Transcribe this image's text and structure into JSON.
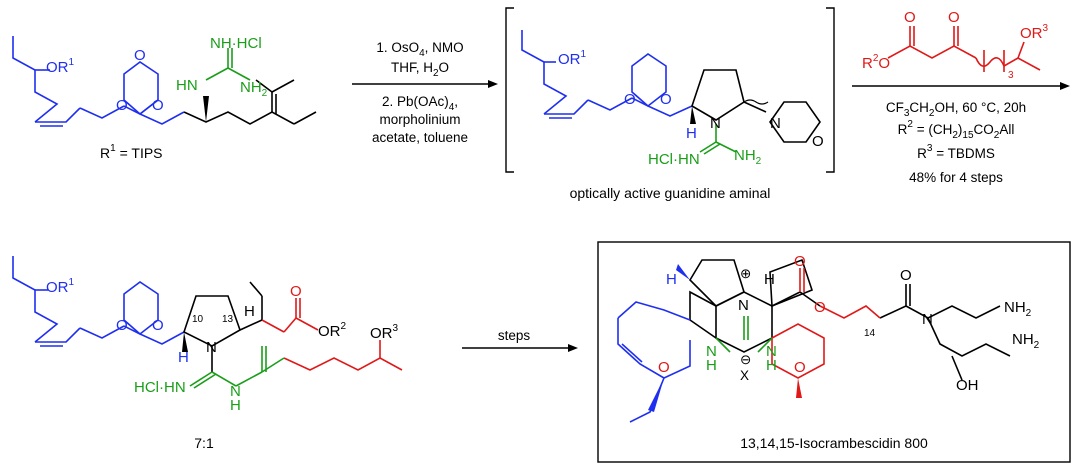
{
  "colors": {
    "blue": "#1f2ff0",
    "green": "#1a9e1a",
    "red": "#e01818",
    "black": "#000000"
  },
  "scheme": {
    "step1": {
      "reagent_line1": "1. OsO",
      "reagent_line1_sub": "4",
      "reagent_line1_rest": ", NMO",
      "reagent_line2": "THF, H",
      "reagent_line2_sub": "2",
      "reagent_line2_rest": "O",
      "reagent_line3": "2. Pb(OAc)",
      "reagent_line3_sub": "4",
      "reagent_line3_rest": ",",
      "reagent_line4": "morpholinium",
      "reagent_line5": "acetate, toluene"
    },
    "step2": {
      "cond_line1": "CF",
      "cond_line1_sub1": "3",
      "cond_line1_mid": "CH",
      "cond_line1_sub2": "2",
      "cond_line1_rest": "OH, 60 °C, 20h",
      "cond_line2": "R",
      "cond_line2_sup": "2",
      "cond_line2_mid": " = (CH",
      "cond_line2_sub1": "2",
      "cond_line2_mid2": ")",
      "cond_line2_sub2": "15",
      "cond_line2_mid3": "CO",
      "cond_line2_sub3": "2",
      "cond_line2_rest": "All",
      "cond_line3": "R",
      "cond_line3_sup": "3",
      "cond_line3_rest": " = TBDMS",
      "yield": "48% for 4 steps"
    },
    "step3": {
      "label": "steps"
    },
    "start_material": {
      "r1_note_R": "R",
      "r1_note_sup": "1",
      "r1_note_rest": " = TIPS",
      "atoms": {
        "or1": "OR",
        "or1_sup": "1",
        "guan_top": "NH·HCl",
        "hn": "HN",
        "nh2": "NH",
        "nh2_sub": "2",
        "o_top": "O",
        "o_left": "O",
        "o_right": "O"
      }
    },
    "intermediate": {
      "caption": "optically active guanidine aminal",
      "atoms": {
        "or1": "OR",
        "or1_sup": "1",
        "o_left": "O",
        "o_right": "O",
        "n_ring": "N",
        "n_morph": "N",
        "o_morph": "O",
        "h": "H",
        "hcl_hn": "HCl·HN",
        "nh2": "NH",
        "nh2_sub": "2"
      }
    },
    "reagent_ketoester": {
      "atoms": {
        "o1": "O",
        "o2": "O",
        "or3": "OR",
        "or3_sup": "3",
        "r2o": "R",
        "r2o_sup": "2",
        "r2o_rest": "O",
        "n3": "3"
      }
    },
    "product": {
      "ratio": "7:1",
      "atoms": {
        "or1": "OR",
        "or1_sup": "1",
        "o_left": "O",
        "o_right": "O",
        "c10": "10",
        "c13": "13",
        "h_top": "H",
        "h_bottom": "H",
        "n_ring": "N",
        "n_bottom": "N",
        "h_nh": "H",
        "hcl_hn": "HCl·HN",
        "o_ester": "O",
        "or2": "OR",
        "or2_sup": "2",
        "or3": "OR",
        "or3_sup": "3"
      }
    },
    "target": {
      "name": "13,14,15-Isocrambescidin 800",
      "atoms": {
        "h1": "H",
        "h2": "H",
        "n_plus": "N",
        "plus": "⊕",
        "minus": "⊖",
        "x": "X",
        "nh_left": "N",
        "nh_left_h": "H",
        "nh_right": "N",
        "nh_right_h": "H",
        "o_left": "O",
        "o_right": "O",
        "o_ester1": "O",
        "o_ester2": "O",
        "o_amide": "O",
        "n_amide": "N",
        "n14": "14",
        "nh2_1": "NH",
        "nh2_1_sub": "2",
        "nh2_2": "NH",
        "nh2_2_sub": "2",
        "oh": "OH"
      }
    }
  }
}
